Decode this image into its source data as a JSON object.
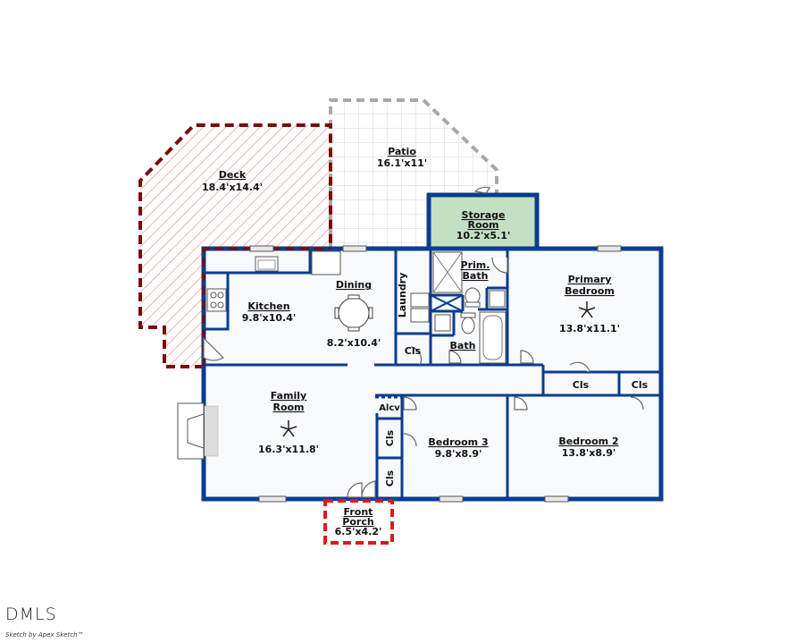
{
  "plan": {
    "colors": {
      "wall": "#0a3d8f",
      "deck_border": "#7a0a0a",
      "deck_hatch": "#c85a5a",
      "patio_border": "#a8a8a8",
      "patio_grid": "#d8d8d8",
      "storage_fill": "#c4e0c4",
      "porch_border": "#e01818",
      "floor": "#f7f9fc"
    },
    "rooms": {
      "deck": {
        "name": "Deck",
        "dims": "18.4'x14.4'"
      },
      "patio": {
        "name": "Patio",
        "dims": "16.1'x11'"
      },
      "storage": {
        "name1": "Storage",
        "name2": "Room",
        "dims": "10.2'x5.1'"
      },
      "kitchen": {
        "name": "Kitchen",
        "dims": "9.8'x10.4'"
      },
      "dining": {
        "name": "Dining",
        "dims": "8.2'x10.4'"
      },
      "laundry": {
        "name": "Laundry"
      },
      "prim_bath": {
        "name1": "Prim.",
        "name2": "Bath"
      },
      "bath": {
        "name": "Bath"
      },
      "primary_bedroom": {
        "name1": "Primary",
        "name2": "Bedroom",
        "dims": "13.8'x11.1'"
      },
      "family_room": {
        "name1": "Family",
        "name2": "Room",
        "dims": "16.3'x11.8'"
      },
      "bedroom3": {
        "name": "Bedroom 3",
        "dims": "9.8'x8.9'"
      },
      "bedroom2": {
        "name": "Bedroom 2",
        "dims": "13.8'x8.9'"
      },
      "front_porch": {
        "name1": "Front",
        "name2": "Porch",
        "dims": "6.5'x4.2'"
      },
      "closet_laundry": {
        "name": "Cls"
      },
      "closet_primary_1": {
        "name": "Cls"
      },
      "closet_primary_2": {
        "name": "Cls"
      },
      "alcove": {
        "name": "Alcv"
      },
      "closet_hall_1": {
        "name": "Cls"
      },
      "closet_hall_2": {
        "name": "Cls"
      }
    }
  },
  "footer": {
    "logo": "DMLS",
    "credit": "Sketch by Apex Sketch™"
  }
}
